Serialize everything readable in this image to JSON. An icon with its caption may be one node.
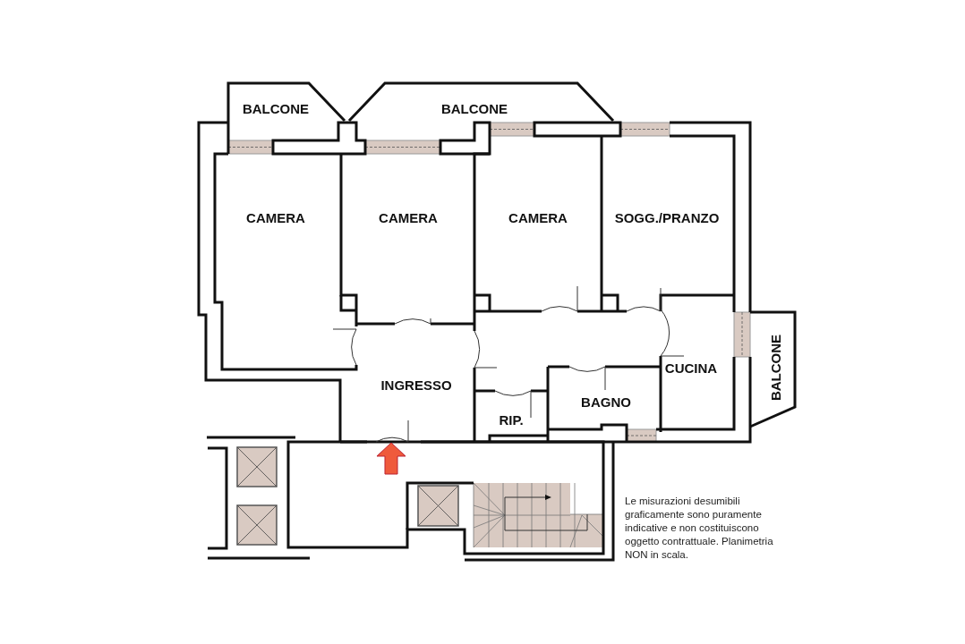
{
  "diagram": {
    "labels": [
      "BALCONE",
      "BALCONE",
      "CAMERA",
      "CAMERA",
      "CAMERA",
      "SOGG./PRANZO",
      "INGRESSO",
      "CUCINA",
      "BALCONE",
      "BAGNO",
      "RIP.",
      "Le misurazioni desumibili graficamente sono puramente indicative e non costituiscono oggetto contrattuale. Planimetria NON in scala."
    ]
  }
}
